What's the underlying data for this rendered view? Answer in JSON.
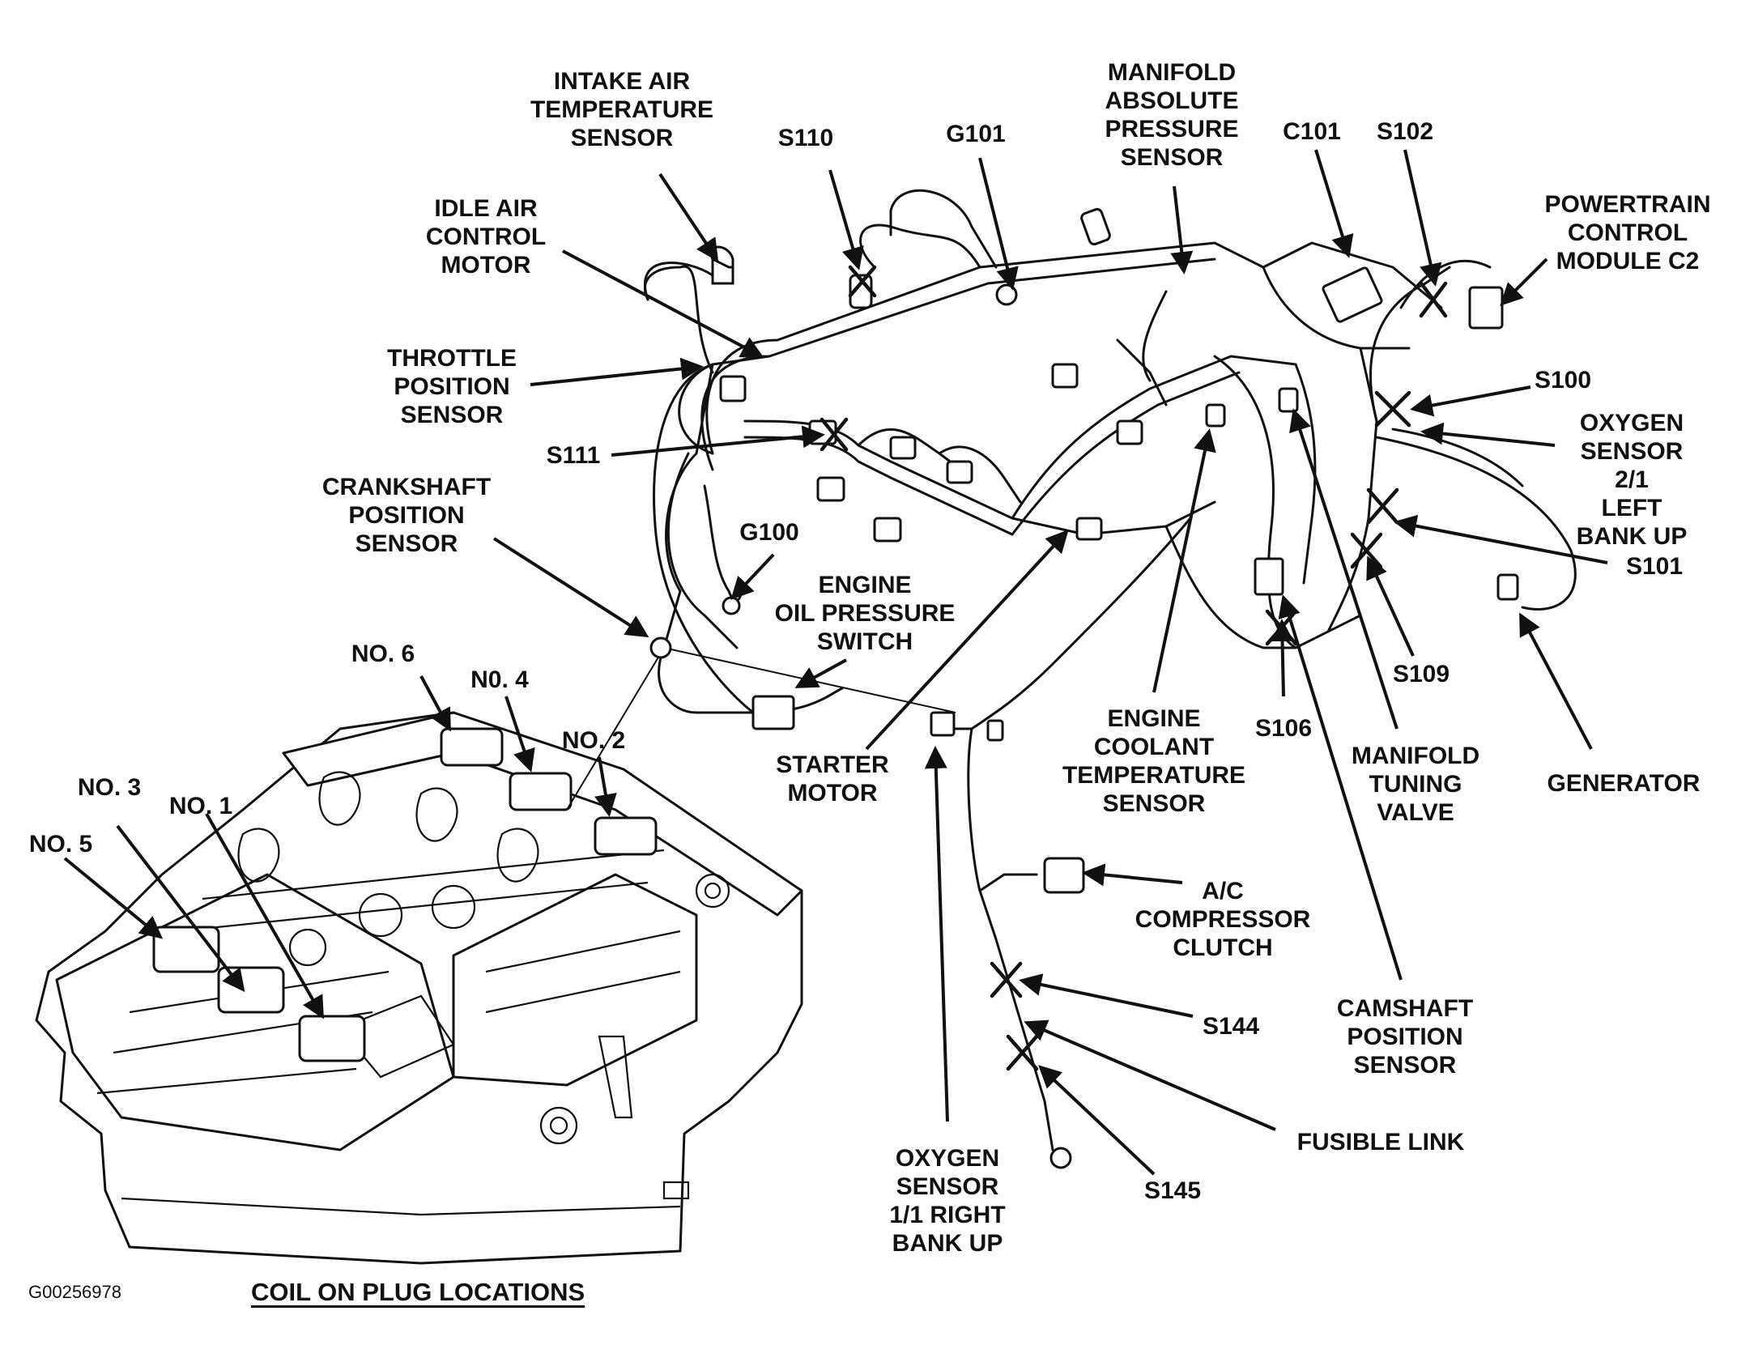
{
  "figure_id": "G00256978",
  "caption": "COIL ON PLUG LOCATIONS",
  "labels": {
    "intake_air_temp": "INTAKE AIR\nTEMPERATURE\nSENSOR",
    "idle_air_control": "IDLE AIR\nCONTROL\nMOTOR",
    "throttle_position": "THROTTLE\nPOSITION\nSENSOR",
    "s110": "S110",
    "g101": "G101",
    "map_sensor": "MANIFOLD\nABSOLUTE\nPRESSURE\nSENSOR",
    "c101": "C101",
    "s102": "S102",
    "pcm_c2": "POWERTRAIN\nCONTROL\nMODULE C2",
    "s100": "S100",
    "o2_left": "OXYGEN\nSENSOR 2/1\nLEFT\nBANK UP",
    "s111": "S111",
    "crankshaft": "CRANKSHAFT\nPOSITION\nSENSOR",
    "g100": "G100",
    "oil_pressure": "ENGINE\nOIL PRESSURE\nSWITCH",
    "s101": "S101",
    "s109": "S109",
    "s106": "S106",
    "coolant_temp": "ENGINE\nCOOLANT\nTEMPERATURE\nSENSOR",
    "manifold_tuning": "MANIFOLD\nTUNING\nVALVE",
    "generator": "GENERATOR",
    "starter": "STARTER\nMOTOR",
    "no6": "NO. 6",
    "no4": "N0. 4",
    "no2": "NO. 2",
    "no3": "NO. 3",
    "no1": "NO. 1",
    "no5": "NO. 5",
    "ac_clutch": "A/C\nCOMPRESSOR\nCLUTCH",
    "s144": "S144",
    "camshaft": "CAMSHAFT\nPOSITION\nSENSOR",
    "fusible_link": "FUSIBLE LINK",
    "s145": "S145",
    "o2_right": "OXYGEN\nSENSOR\n1/1 RIGHT\nBANK UP"
  }
}
